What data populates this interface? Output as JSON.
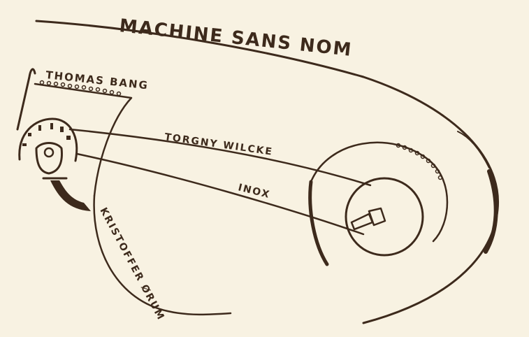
{
  "title": "MACHINE SANS NOM",
  "credits": {
    "thomas": "THOMAS BANG",
    "torgny": "TORGNY WILCKE",
    "inox": "INOX",
    "kristoffer": "KRISTOFFER ØRUM"
  },
  "colors": {
    "background": "#f8f2e2",
    "ink": "#3d2a1c"
  }
}
